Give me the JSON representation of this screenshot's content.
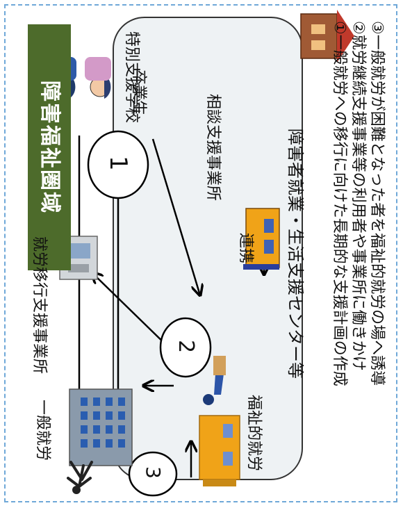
{
  "region_label": "障害福祉圏域",
  "nodes": {
    "general_employment": "一般就労",
    "welfare_employment": "福祉的就労",
    "transition_support_office": "就労移行支援事業所",
    "special_school_graduates_line1": "特別支援学校",
    "special_school_graduates_line2": "卒業生",
    "consultation_support_office": "相談支援事業所",
    "link_label": "連携",
    "employment_life_support_center": "障害者就業・生活支援センター等"
  },
  "markers": {
    "m1": "1",
    "m2": "2",
    "m3": "3"
  },
  "descriptions": [
    "①一般就労への移行に向けた長期的な支援計画の作成",
    "②就労継続支援事業等の利用者や事業所に働きかけ",
    "③一般就労が困難となった者を福祉的就労の場へ誘導"
  ],
  "colors": {
    "region_label_bg": "#4d6b2b",
    "rounded_area_bg": "#eef2f4",
    "frame_dash": "#6fa8d8"
  }
}
